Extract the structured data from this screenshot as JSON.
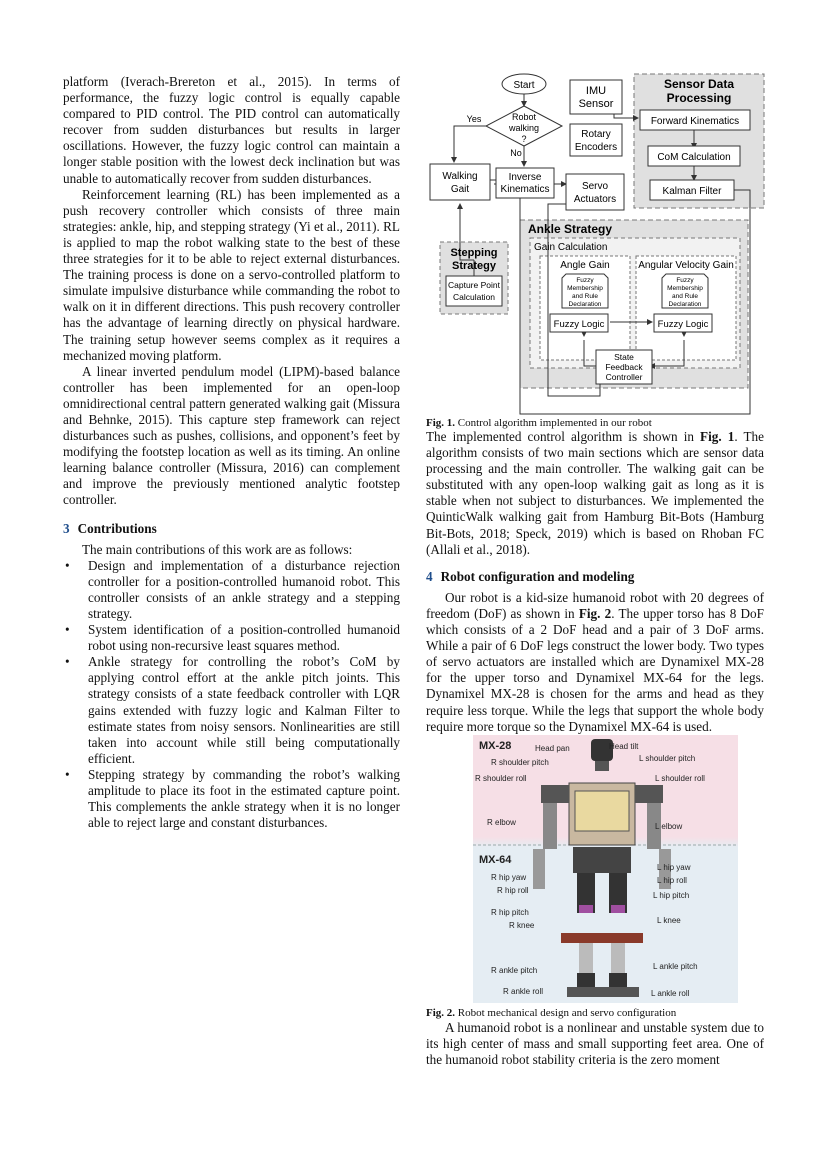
{
  "left_column": {
    "p1": "platform (Iverach-Brereton et al., 2015). In terms of performance, the fuzzy logic control is equally capable compared to PID control. The PID control can automatically recover from sudden disturbances but results in larger oscillations. However, the fuzzy logic control can maintain a longer stable position with the lowest deck inclination but was unable to automatically recover from sudden disturbances.",
    "p2": "Reinforcement learning (RL) has been implemented as a push recovery controller which consists of three main strategies: ankle, hip, and stepping strategy (Yi et al., 2011). RL is applied to map the robot walking state to the best of these three strategies for it to be able to reject external disturbances. The training process is done on a servo-controlled platform to simulate impulsive disturbance while commanding the robot to walk on it in different directions. This push recovery controller has the advantage of learning directly on physical hardware. The training setup however seems complex as it requires a mechanized moving platform.",
    "p3": "A linear inverted pendulum model (LIPM)-based balance controller has been implemented for an open-loop omnidirectional central pattern generated walking gait (Missura and Behnke, 2015). This capture step framework can reject disturbances such as pushes, collisions, and opponent’s feet by modifying the footstep location as well as its timing. An online learning balance controller (Missura, 2016) can complement and improve the previously mentioned analytic footstep controller.",
    "section3_num": "3",
    "section3_title": "Contributions",
    "contrib_intro": "The main contributions of this work are as follows:",
    "bullets": [
      "Design and implementation of a disturbance rejection controller for a position-controlled humanoid robot. This controller consists of an ankle strategy and a stepping strategy.",
      "System identification of a position-controlled humanoid robot using non-recursive least squares method.",
      "Ankle strategy for controlling the robot’s CoM by applying control effort at the ankle pitch joints. This strategy consists of a state feedback controller with LQR gains extended with fuzzy logic and Kalman Filter to estimate states from noisy sensors. Nonlinearities are still taken into account while still being computationally efficient.",
      "Stepping strategy by commanding the robot’s walking amplitude to place its foot in the estimated capture point. This complements the ankle strategy when it is no longer able to reject large and constant disturbances."
    ],
    "bullet_glyph": "•"
  },
  "fig1": {
    "start": "Start",
    "robot_walking": [
      "Robot",
      "walking",
      "?"
    ],
    "yes": "Yes",
    "no": "No",
    "walking_gait": [
      "Walking",
      "Gait"
    ],
    "inverse_kinematics": [
      "Inverse",
      "Kinematics"
    ],
    "imu": [
      "IMU",
      "Sensor"
    ],
    "rotary": [
      "Rotary",
      "Encoders"
    ],
    "servo": [
      "Servo",
      "Actuators"
    ],
    "sensor_title": [
      "Sensor Data",
      "Processing"
    ],
    "forward_kinematics": "Forward Kinematics",
    "com_calc": "CoM Calculation",
    "kalman": "Kalman Filter",
    "ankle_strategy": "Ankle Strategy",
    "gain_calculation": "Gain Calculation",
    "angle_gain": "Angle Gain",
    "angular_velocity_gain": "Angular Velocity Gain",
    "fuzzy_block": [
      "Fuzzy",
      "Membership",
      "and Rule",
      "Declaration"
    ],
    "fuzzy_logic": "Fuzzy Logic",
    "state_feedback": [
      "State",
      "Feedback",
      "Controller"
    ],
    "stepping_strategy": [
      "Stepping",
      "Strategy"
    ],
    "capture_point": [
      "Capture Point",
      "Calculation"
    ],
    "caption_label": "Fig. 1.",
    "caption_text": "Control algorithm implemented in our robot"
  },
  "right_column": {
    "p1_pre": "The implemented control algorithm is shown in ",
    "p1_ref": "Fig. 1",
    "p1_post": ". The algorithm consists of two main sections which are sensor data processing and the main controller. The walking gait can be substituted with any open-loop walking gait as long as it is stable when not subject to disturbances. We implemented the QuinticWalk walking gait from Hamburg Bit-Bots (Hamburg Bit-Bots, 2018; Speck, 2019) which is based on Rhoban FC (Allali et al., 2018).",
    "section4_num": "4",
    "section4_title": "Robot configuration and modeling",
    "p2_pre": "Our robot is a kid-size humanoid robot with 20 degrees of freedom (DoF) as shown in ",
    "p2_ref": "Fig. 2",
    "p2_post": ". The upper torso has 8 DoF which consists of a 2 DoF head and a pair of 3 DoF arms. While a pair of 6 DoF legs construct the lower body. Two types of servo actuators are installed which are Dynamixel MX-28 for the upper torso and Dynamixel MX-64 for the legs. Dynamixel MX-28 is chosen for the arms and head as they require less torque. While the legs that support the whole body require more torque so the Dynamixel MX-64 is used.",
    "caption2_label": "Fig. 2.",
    "caption2_text": "Robot mechanical design and servo configuration",
    "p3": "A humanoid robot is a nonlinear and unstable system due to its high center of mass and small supporting feet area. One of the humanoid robot stability criteria is the zero moment"
  },
  "fig2": {
    "mx28": "MX-28",
    "mx64": "MX-64",
    "head_pan": "Head pan",
    "head_tilt": "Head tilt",
    "r_shoulder_pitch": "R shoulder pitch",
    "l_shoulder_pitch": "L shoulder pitch",
    "r_shoulder_roll": "R shoulder roll",
    "l_shoulder_roll": "L shoulder roll",
    "r_elbow": "R elbow",
    "l_elbow": "L elbow",
    "r_hip_yaw": "R hip yaw",
    "l_hip_yaw": "L hip yaw",
    "r_hip_roll": "R hip roll",
    "l_hip_roll": "L hip roll",
    "l_hip_pitch": "L hip pitch",
    "r_hip_pitch": "R hip pitch",
    "r_knee": "R knee",
    "l_knee": "L knee",
    "r_ankle_pitch": "R ankle pitch",
    "l_ankle_pitch": "L ankle pitch",
    "r_ankle_roll": "R ankle roll",
    "l_ankle_roll": "L ankle roll"
  }
}
